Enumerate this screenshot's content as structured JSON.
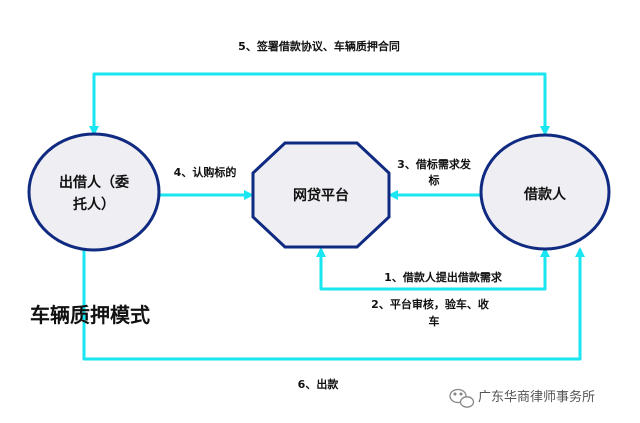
{
  "diagram": {
    "title": "车辆质押模式",
    "nodes": {
      "lender": {
        "line1": "出借人（委",
        "line2": "托人）"
      },
      "platform": {
        "label": "网贷平台"
      },
      "borrower": {
        "label": "借款人"
      }
    },
    "steps": {
      "s1": "1、借款人提出借款需求",
      "s2_line1": "2、平台审核，验车、收",
      "s2_line2": "车",
      "s3_line1": "3、借标需求发",
      "s3_line2": "标",
      "s4": "4、认购标的",
      "s5": "5、签署借款协议、车辆质押合同",
      "s6": "6、出款"
    }
  },
  "watermark": {
    "text": "广东华商律师事务所",
    "icon": "wechat-icon"
  },
  "colors": {
    "arrow": "#19e6f0",
    "node_fill": "#eeeef3",
    "node_stroke": "#0f2a80"
  }
}
